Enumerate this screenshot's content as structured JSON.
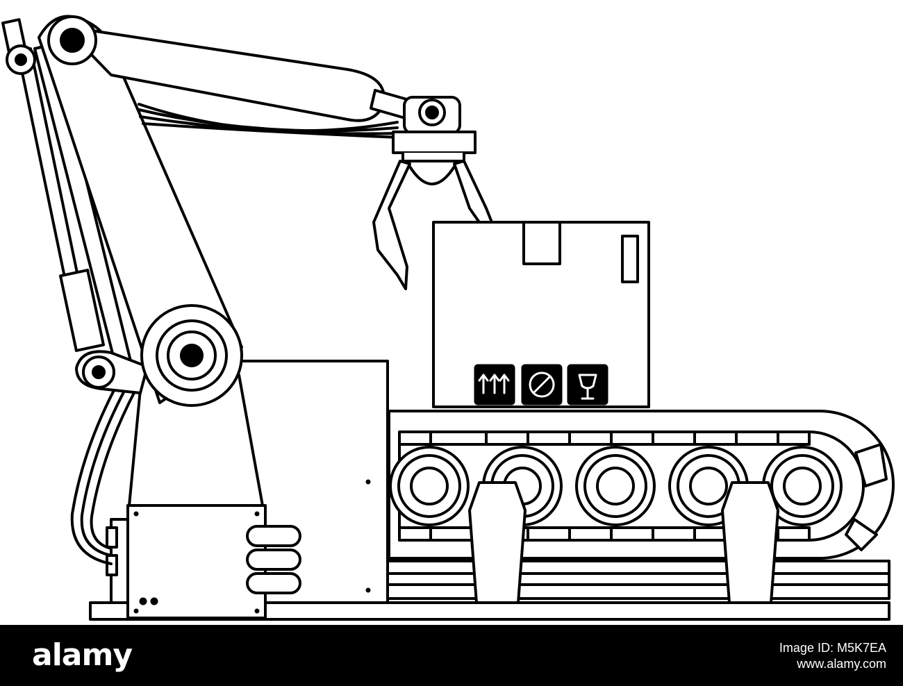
{
  "footer": {
    "brand": "alamy",
    "image_id": "Image ID: M5K7EA",
    "url": "www.alamy.com"
  },
  "colors": {
    "line": "#000000",
    "fill": "#ffffff",
    "footer_background": "#000000",
    "footer_text": "#ffffff"
  }
}
